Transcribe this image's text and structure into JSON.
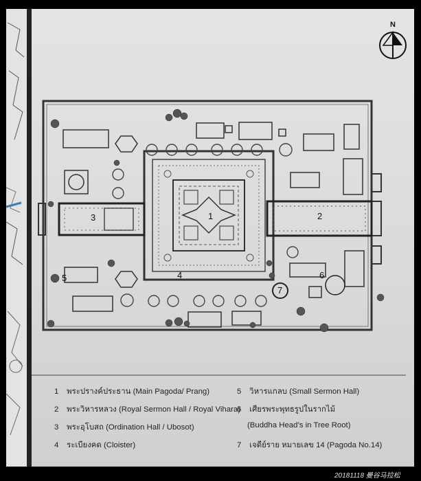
{
  "map": {
    "compass_letter": "N",
    "labels": [
      "1",
      "2",
      "3",
      "4",
      "5",
      "6",
      "7"
    ]
  },
  "legend": {
    "items": [
      {
        "num": "1",
        "text": "พระปรางค์ประธาน (Main Pagoda/ Prang)"
      },
      {
        "num": "2",
        "text": "พระวิหารหลวง (Royal Sermon Hall / Royal Vihara)"
      },
      {
        "num": "3",
        "text": "พระอุโบสถ (Ordination Hall / Ubosot)"
      },
      {
        "num": "4",
        "text": "ระเบียงคด (Cloister)"
      },
      {
        "num": "5",
        "text": "วิหารแกลบ (Small Sermon Hall)"
      },
      {
        "num": "6",
        "text": "เศียรพระพุทธรูปในรากไม้"
      },
      {
        "num": "",
        "text": "(Buddha Head’s in Tree Root)"
      },
      {
        "num": "7",
        "text": "เจดีย์ราย หมายเลข 14 (Pagoda No.14)"
      }
    ]
  },
  "caption": "20181118 曼谷马拉松",
  "icons": {
    "north_arrow": "north-arrow-icon"
  }
}
